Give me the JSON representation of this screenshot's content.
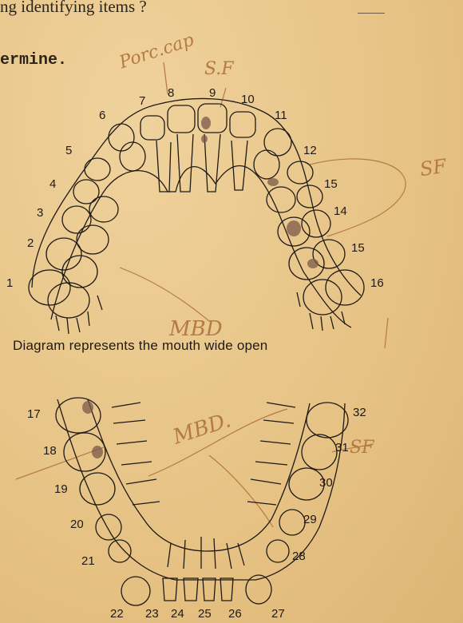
{
  "form": {
    "question_fragment": "ng identifying items ?",
    "determine_fragment": "ermine."
  },
  "diagram": {
    "caption": "Diagram represents the mouth wide open",
    "upper_numbers": [
      "1",
      "2",
      "3",
      "4",
      "5",
      "6",
      "7",
      "8",
      "9",
      "10",
      "11",
      "12",
      "15",
      "14",
      "15",
      "16"
    ],
    "lower_numbers": [
      "17",
      "18",
      "19",
      "20",
      "21",
      "22",
      "23",
      "24",
      "25",
      "26",
      "27",
      "28",
      "29",
      "30",
      "31",
      "32"
    ]
  },
  "annotations": {
    "porc_cap": "Porc.cap",
    "sf_top": "S.F",
    "sf_right_upper": "SF",
    "mbd_upper": "MBD",
    "mbd_lower": "MBD.",
    "sf_right_lower": "SF"
  },
  "colors": {
    "paper": "#e9c88e",
    "ink": "#1f1a14",
    "pencil": "#b57a45",
    "filling": "#7a5a4a"
  }
}
